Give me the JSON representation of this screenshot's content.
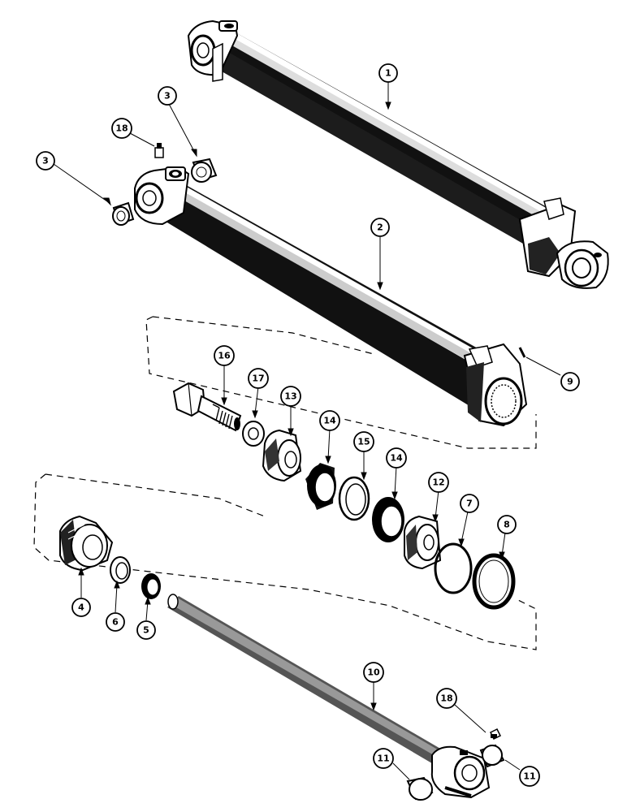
{
  "diagram": {
    "callouts": [
      {
        "id": "c1",
        "label": "1"
      },
      {
        "id": "c2",
        "label": "2"
      },
      {
        "id": "c3a",
        "label": "3"
      },
      {
        "id": "c3b",
        "label": "3"
      },
      {
        "id": "c4",
        "label": "4"
      },
      {
        "id": "c5",
        "label": "5"
      },
      {
        "id": "c6",
        "label": "6"
      },
      {
        "id": "c7",
        "label": "7"
      },
      {
        "id": "c8",
        "label": "8"
      },
      {
        "id": "c9",
        "label": "9"
      },
      {
        "id": "c10",
        "label": "10"
      },
      {
        "id": "c11a",
        "label": "11"
      },
      {
        "id": "c11b",
        "label": "11"
      },
      {
        "id": "c12",
        "label": "12"
      },
      {
        "id": "c13",
        "label": "13"
      },
      {
        "id": "c14a",
        "label": "14"
      },
      {
        "id": "c14b",
        "label": "14"
      },
      {
        "id": "c15",
        "label": "15"
      },
      {
        "id": "c16",
        "label": "16"
      },
      {
        "id": "c17",
        "label": "17"
      },
      {
        "id": "c18a",
        "label": "18"
      },
      {
        "id": "c18b",
        "label": "18"
      }
    ]
  }
}
